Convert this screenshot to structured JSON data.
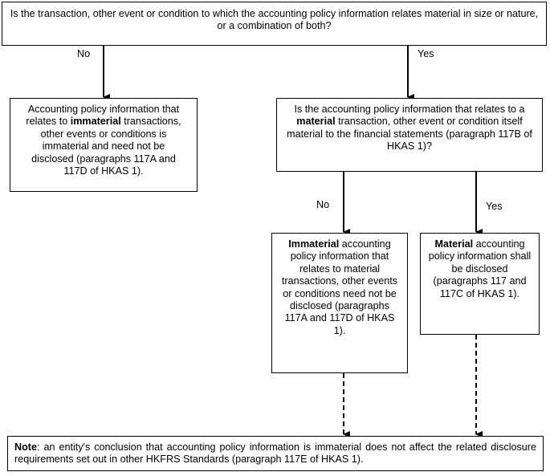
{
  "question1": {
    "text": "Is the transaction, other event or condition to which the accounting policy information relates material in size or nature, or a combination of both?"
  },
  "branch1": {
    "no_label": "No",
    "yes_label": "Yes"
  },
  "box_immaterial_transactions": {
    "text_before": "Accounting policy information that relates to ",
    "bold": "immaterial",
    "text_after": " transactions, other events or conditions is immaterial and need not be disclosed (paragraphs 117A and 117D of HKAS 1)."
  },
  "question2": {
    "text_before": "Is the accounting policy information that relates to a ",
    "bold": "material",
    "text_after": " transaction, other event or condition itself material to the financial statements (paragraph 117B of HKAS 1)?"
  },
  "branch2": {
    "no_label": "No",
    "yes_label": "Yes"
  },
  "box_immaterial_policy": {
    "bold": "Immaterial",
    "text_after": " accounting policy information that relates to material transactions, other events or conditions need not be disclosed (paragraphs 117A and 117D of HKAS 1)."
  },
  "box_material_policy": {
    "bold": "Material",
    "text_after": " accounting policy information shall be disclosed (paragraphs 117 and 117C of HKAS 1)."
  },
  "note": {
    "label": "Note",
    "text": ": an entity's conclusion that accounting policy information is immaterial does not affect the related disclosure requirements set out in other HKFRS Standards (paragraph 117E of HKAS 1)."
  }
}
